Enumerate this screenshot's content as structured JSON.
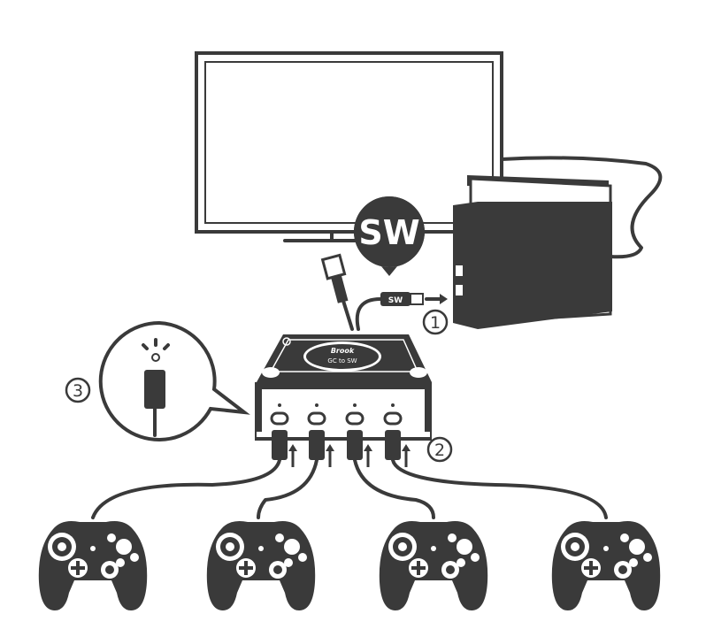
{
  "bubble_label": "SW",
  "adapter": {
    "brand": "Brook",
    "model": "GC to SW"
  },
  "steps": [
    "1",
    "2",
    "3"
  ],
  "dongle_label": "SW",
  "colors": {
    "ink": "#3a3a3a",
    "background": "#ffffff"
  }
}
